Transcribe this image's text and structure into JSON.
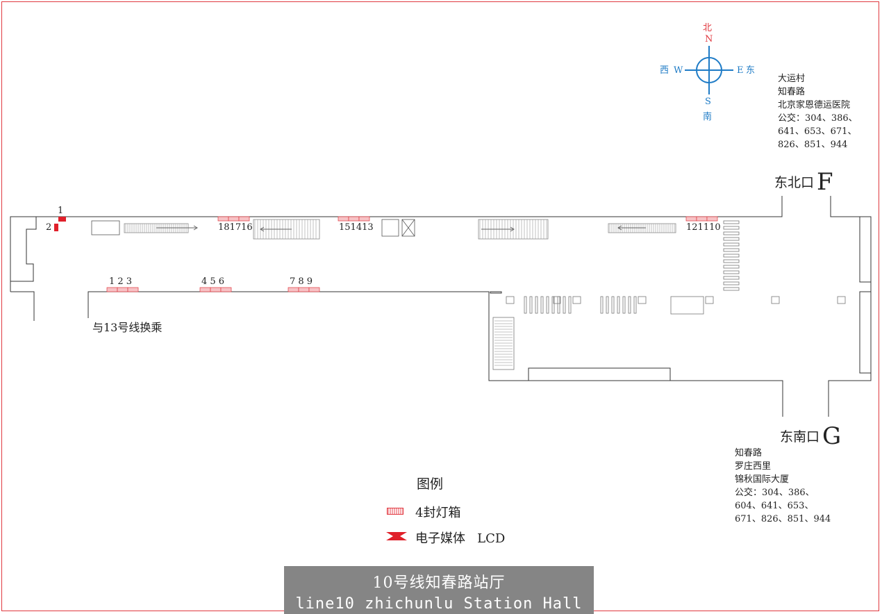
{
  "compass": {
    "north_cn": "北",
    "north_en": "N",
    "south_cn": "南",
    "south_en": "S",
    "west_cn": "西",
    "west_en": "W",
    "east_cn": "东",
    "east_en": "E"
  },
  "exits": {
    "northeast": {
      "label": "东北口",
      "letter": "F",
      "info": [
        "大运村",
        "知春路",
        "北京家恩德运医院",
        "公交：304、386、",
        "641、653、671、",
        "826、851、944"
      ]
    },
    "southeast": {
      "label": "东南口",
      "letter": "G",
      "info": [
        "知春路",
        "罗庄西里",
        "锦秋国际大厦",
        "公交：304、386、",
        "604、641、653、",
        "671、826、851、944"
      ]
    }
  },
  "transfer_label": "与13号线换乘",
  "ad_groups": {
    "top_1": "181716",
    "top_2": "151413",
    "top_3": "121110",
    "bottom_1": "1 2 3",
    "bottom_2": "4 5 6",
    "bottom_3": "7 8 9",
    "lcd_1": "1",
    "lcd_2": "2"
  },
  "legend": {
    "title": "图例",
    "lightbox": "4封灯箱",
    "lcd": "电子媒体   LCD"
  },
  "banner": {
    "title_cn": "10号线知春路站厅",
    "title_en": "line10 zhichunlu Station Hall"
  },
  "colors": {
    "frame": "#e0383f",
    "compass": "#1e7bc6",
    "lcd": "#e0202a",
    "banner": "#858585"
  }
}
